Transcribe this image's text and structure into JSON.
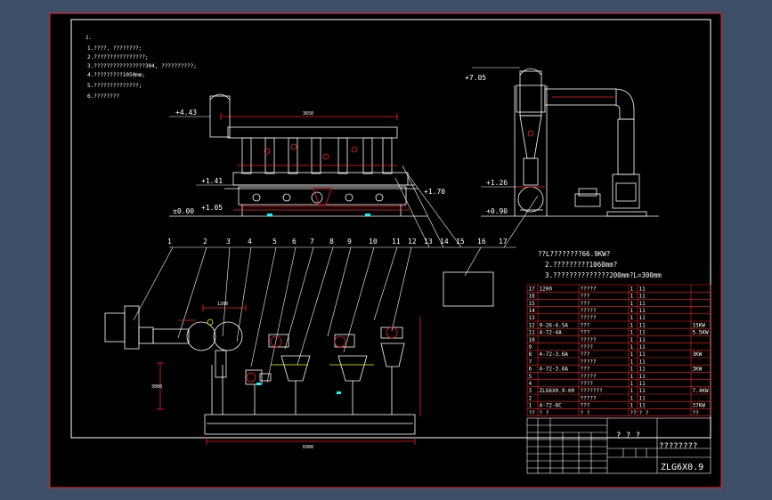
{
  "colors": {
    "bg_outer": "#3d4f66",
    "sheet": "#000000",
    "line": "#ffffff",
    "red": "#ff2020",
    "yellow": "#ffff00",
    "cyan": "#00ffff"
  },
  "notes": {
    "heading": "1.",
    "lines": [
      "1.????, ????????;",
      "2.????????????????;",
      "3.????????????????304,  ??????????;",
      "4.?????????1050mm;",
      "5.??????????????;",
      "6.????????"
    ]
  },
  "elevations": {
    "e443": "+4.43",
    "e141": "+1.41",
    "e105": "+1.05",
    "e000": "±0.00",
    "e170": "+1.70",
    "e705": "+7.05",
    "e126": "+1.26",
    "e090": "+0.90"
  },
  "callouts": [
    "1",
    "2",
    "3",
    "4",
    "5",
    "6",
    "7",
    "8",
    "9",
    "10",
    "11",
    "12",
    "13",
    "14",
    "15",
    "16",
    "17"
  ],
  "specs": [
    "??L????????66.9KW?",
    "2.?????????1060mm?",
    "3.??????????????200mm?L=300mm"
  ],
  "bom_rows": [
    {
      "no": "17",
      "code": "1200",
      "name": "?????",
      "qty": "1",
      "mat": "11",
      "weight": ""
    },
    {
      "no": "16",
      "code": "",
      "name": "???",
      "qty": "1",
      "mat": "11",
      "weight": ""
    },
    {
      "no": "15",
      "code": "",
      "name": "???",
      "qty": "1",
      "mat": "11",
      "weight": ""
    },
    {
      "no": "14",
      "code": "",
      "name": "?????",
      "qty": "1",
      "mat": "11",
      "weight": ""
    },
    {
      "no": "13",
      "code": "",
      "name": "?????",
      "qty": "1",
      "mat": "11",
      "weight": ""
    },
    {
      "no": "12",
      "code": "9-26-4.5A",
      "name": "???",
      "qty": "1",
      "mat": "11",
      "weight": "15KW"
    },
    {
      "no": "11",
      "code": "4-72-4A",
      "name": "???",
      "qty": "1",
      "mat": "11",
      "weight": "5.5KW"
    },
    {
      "no": "10",
      "code": "",
      "name": "?????",
      "qty": "1",
      "mat": "11",
      "weight": ""
    },
    {
      "no": "9",
      "code": "",
      "name": "????",
      "qty": "1",
      "mat": "11",
      "weight": ""
    },
    {
      "no": "8",
      "code": "4-72-3.6A",
      "name": "???",
      "qty": "1",
      "mat": "11",
      "weight": "3KW"
    },
    {
      "no": "7",
      "code": "",
      "name": "?????",
      "qty": "1",
      "mat": "11",
      "weight": ""
    },
    {
      "no": "6",
      "code": "4-72-3.6A",
      "name": "???",
      "qty": "1",
      "mat": "11",
      "weight": "3KW"
    },
    {
      "no": "5",
      "code": "",
      "name": "?????",
      "qty": "1",
      "mat": "11",
      "weight": ""
    },
    {
      "no": "4",
      "code": "",
      "name": "????",
      "qty": "1",
      "mat": "11",
      "weight": ""
    },
    {
      "no": "3",
      "code": "ZLG6X0.9-00",
      "name": "???????",
      "qty": "1",
      "mat": "11",
      "weight": "7.4KW"
    },
    {
      "no": "2",
      "code": "",
      "name": "?????",
      "qty": "1",
      "mat": "11",
      "weight": ""
    },
    {
      "no": "1",
      "code": "4-72-8C",
      "name": "???",
      "qty": "1",
      "mat": "11",
      "weight": "37KW"
    }
  ],
  "bom_header": {
    "no": "??",
    "code": "?  ?",
    "name": "?  ?",
    "qty": "??",
    "mat": "?  ?",
    "weight": "??"
  },
  "title_block": {
    "company": "? ? ?",
    "drawing_title": "????????",
    "drawing_code": "ZLG6X0.9"
  },
  "dims": {
    "overall_top": "3650",
    "overall_bottom": "6900",
    "h1": "3000",
    "h2": "1200"
  }
}
